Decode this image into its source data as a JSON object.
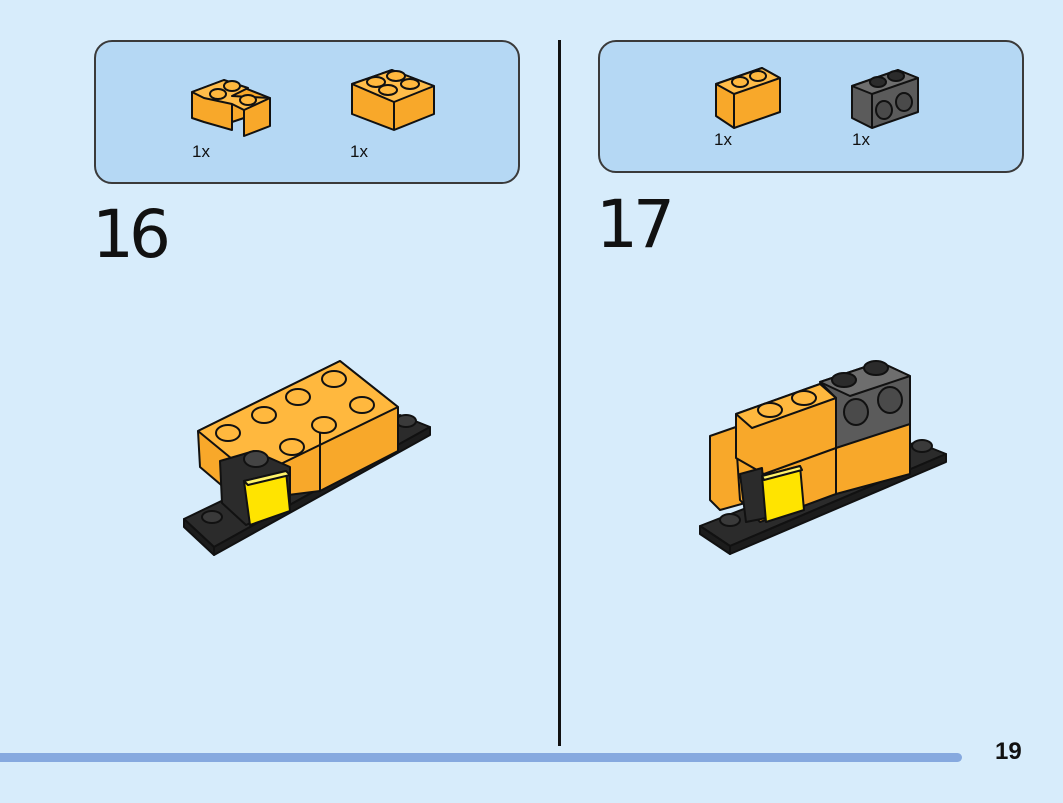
{
  "page": {
    "number": "19"
  },
  "steps": [
    {
      "number": "16",
      "parts": [
        {
          "icon": "orange-corner-brick-icon",
          "qty": "1x",
          "color": "#f8a82a"
        },
        {
          "icon": "orange-2x2-brick-icon",
          "qty": "1x",
          "color": "#f8a82a"
        }
      ]
    },
    {
      "number": "17",
      "parts": [
        {
          "icon": "orange-1x2-brick-icon",
          "qty": "1x",
          "color": "#f8a82a"
        },
        {
          "icon": "dark-gray-1x2-technic-brick-icon",
          "qty": "1x",
          "color": "#5b5b5b"
        }
      ]
    }
  ],
  "colors": {
    "background": "#d7ecfb",
    "parts_box": "#b5d8f4",
    "orange_brick": "#f8a82a",
    "yellow_tile": "#ffe400",
    "black_plate": "#2b2b2b",
    "dark_gray": "#5b5b5b",
    "progress_bar": "#86a9df"
  }
}
